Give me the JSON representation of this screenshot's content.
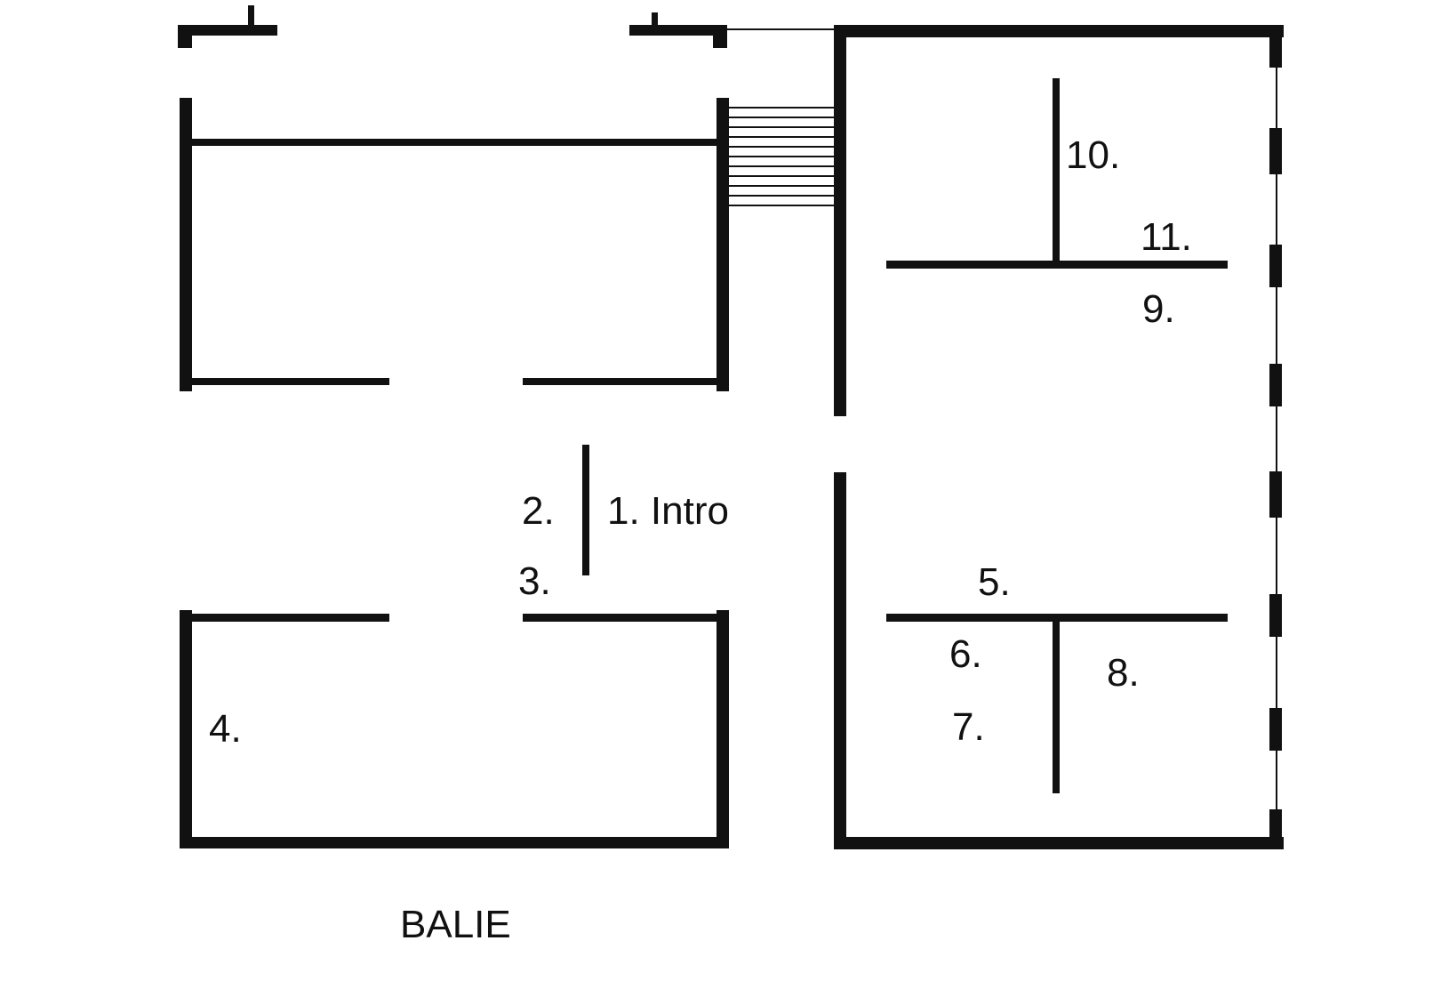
{
  "floorplan": {
    "labels": {
      "intro": "1. Intro",
      "room2": "2.",
      "room3": "3.",
      "room4": "4.",
      "room5": "5.",
      "room6": "6.",
      "room7": "7.",
      "room8": "8.",
      "room9": "9.",
      "room10": "10.",
      "room11": "11.",
      "balie": "BALIE"
    },
    "colors": {
      "wall": "#111111",
      "background": "#ffffff"
    }
  }
}
